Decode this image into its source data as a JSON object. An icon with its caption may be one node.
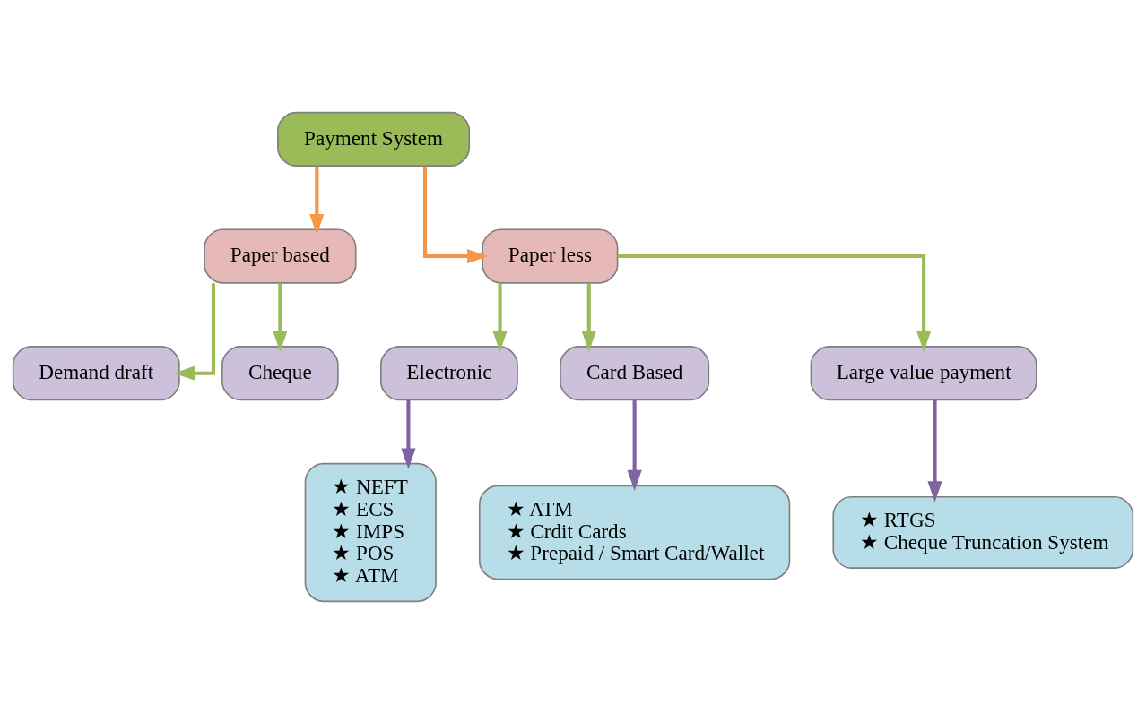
{
  "diagram": {
    "nodes": [
      {
        "text": [
          "Payment System"
        ]
      },
      {
        "text": [
          "Paper based"
        ]
      },
      {
        "text": [
          "Paper less"
        ]
      },
      {
        "text": [
          "Demand draft"
        ]
      },
      {
        "text": [
          "Cheque"
        ]
      },
      {
        "text": [
          "Electronic"
        ]
      },
      {
        "text": [
          "Card Based"
        ]
      },
      {
        "text": [
          "Large value payment"
        ]
      },
      {
        "text": [
          "★ NEFT",
          "★ ECS",
          "★ IMPS",
          "★ POS",
          "★ ATM"
        ]
      },
      {
        "text": [
          "★ ATM",
          "★ Crdit Cards",
          "★ Prepaid / Smart Card/Wallet"
        ]
      },
      {
        "text": [
          "★ RTGS",
          "★ Cheque Truncation System"
        ]
      }
    ],
    "edges": [
      {
        "from": 0,
        "to": 1,
        "arrow": "to",
        "color": "#f79646"
      },
      {
        "from": 0,
        "to": 2,
        "arrow": "to",
        "color": "#f79646"
      },
      {
        "from": 1,
        "to": 3,
        "arrow": "to"
      },
      {
        "from": 1,
        "to": 4,
        "arrow": "to"
      },
      {
        "from": 2,
        "to": 5,
        "arrow": "to"
      },
      {
        "from": 2,
        "to": 6,
        "arrow": "to"
      },
      {
        "from": 2,
        "to": 7,
        "arrow": "to"
      },
      {
        "from": 5,
        "to": 8,
        "arrow": "to",
        "color": "#8064a2"
      },
      {
        "from": 6,
        "to": 9,
        "arrow": "to",
        "color": "#8064a2"
      },
      {
        "from": 7,
        "to": 10,
        "arrow": "to",
        "color": "#8064a2"
      }
    ]
  }
}
